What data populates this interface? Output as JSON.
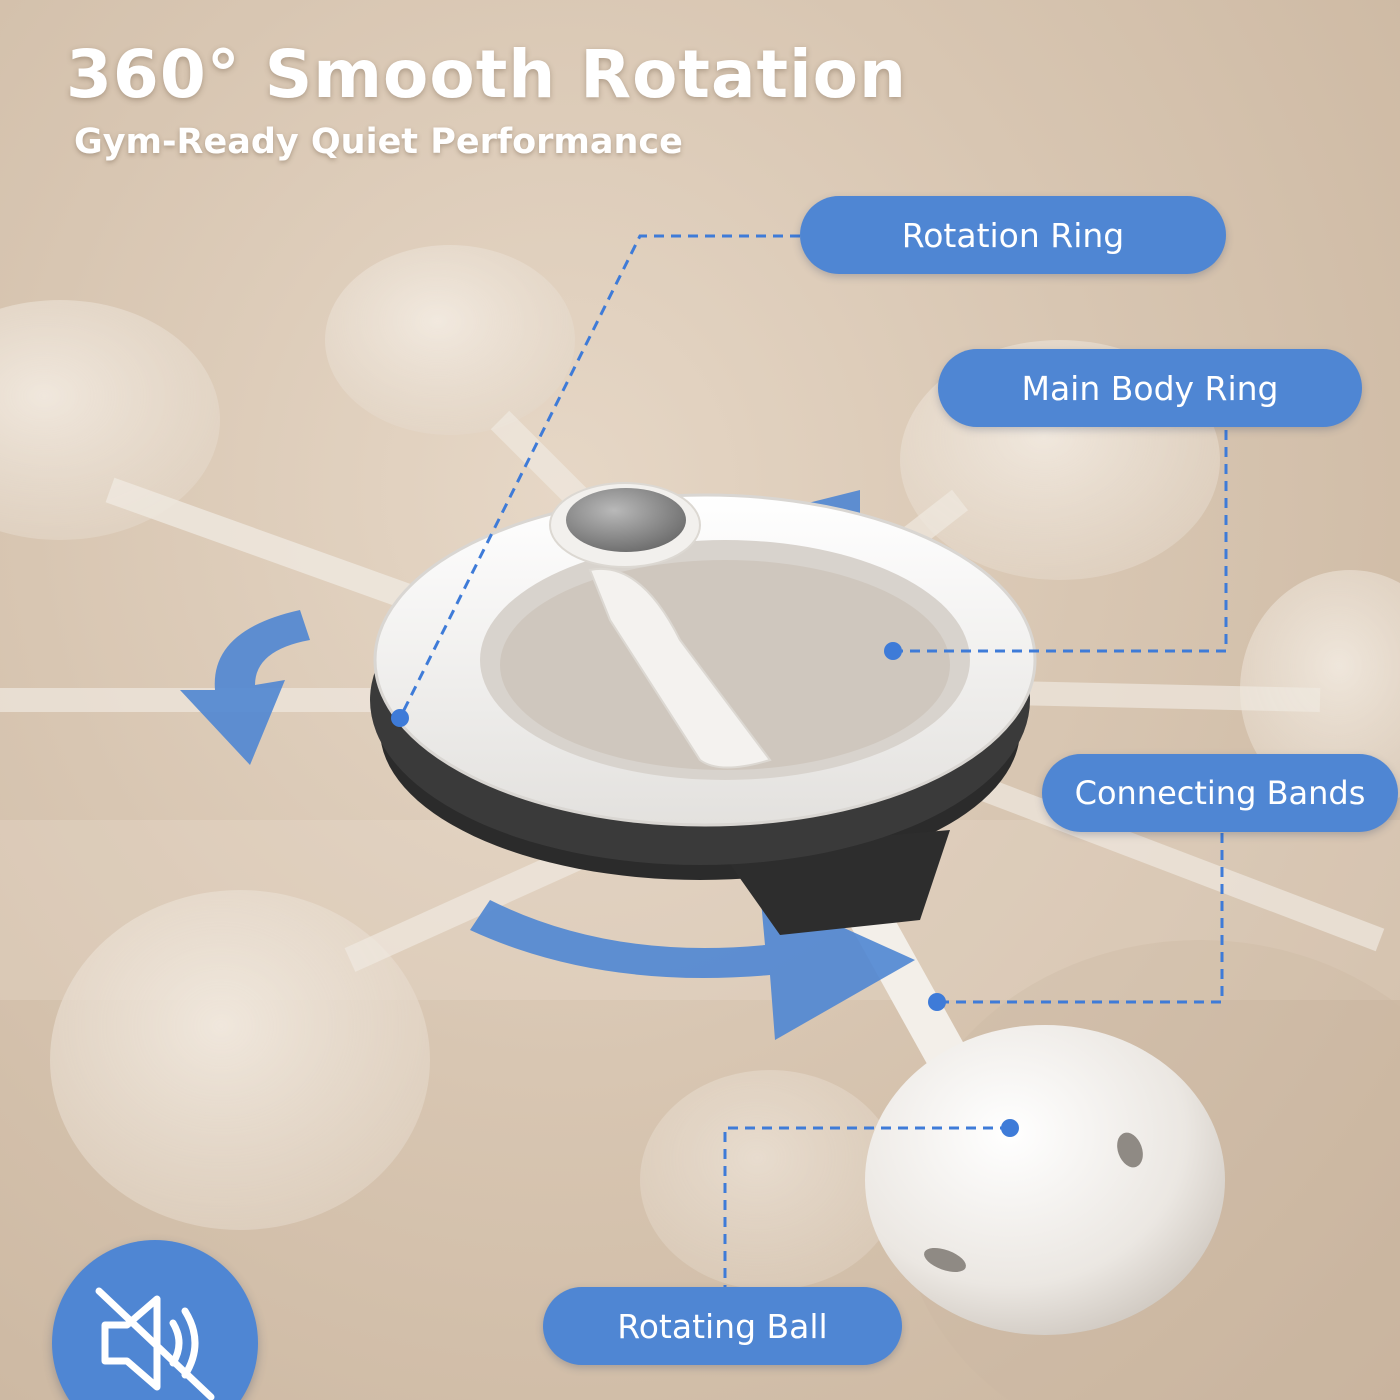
{
  "header": {
    "title": "360° Smooth Rotation",
    "subtitle": "Gym-Ready Quiet Performance"
  },
  "callouts": {
    "rotation_ring": "Rotation Ring",
    "main_body_ring": "Main Body Ring",
    "connecting_bands": "Connecting Bands",
    "rotating_ball": "Rotating Ball"
  },
  "badge": {
    "icon": "mute-speaker-icon"
  },
  "colors": {
    "accent": "#4f86d3",
    "background": "#d8c6b2",
    "text": "#ffffff"
  }
}
